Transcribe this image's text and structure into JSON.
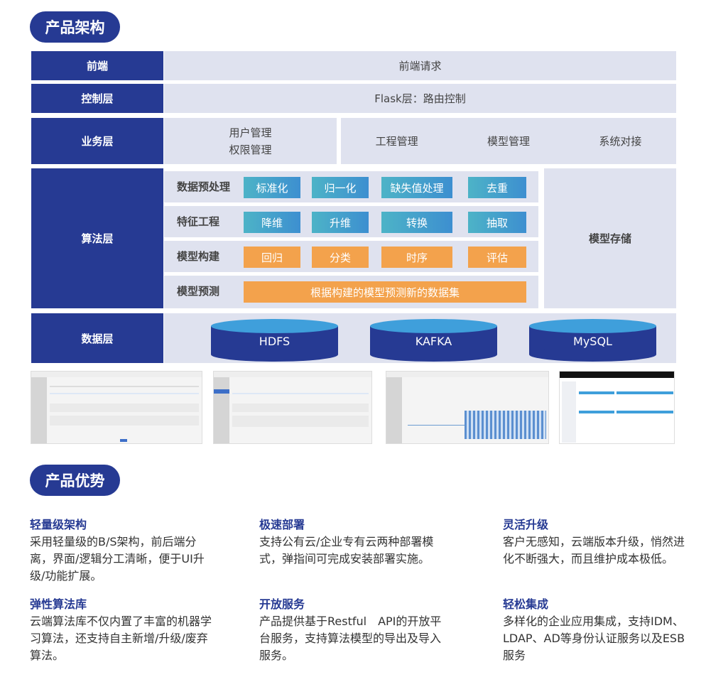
{
  "section1_title": "产品架构",
  "section2_title": "产品优势",
  "architecture": {
    "frontend": {
      "label": "前端",
      "content": "前端请求"
    },
    "control": {
      "label": "控制层",
      "content": "Flask层：路由控制"
    },
    "business": {
      "label": "业务层",
      "items": [
        "用户管理",
        "权限管理",
        "工程管理",
        "模型管理",
        "系统对接"
      ]
    },
    "algorithm": {
      "label": "算法层",
      "rows": [
        {
          "name": "数据预处理",
          "items": [
            "标准化",
            "归一化",
            "缺失值处理",
            "去重"
          ]
        },
        {
          "name": "特征工程",
          "items": [
            "降维",
            "升维",
            "转换",
            "抽取"
          ]
        },
        {
          "name": "模型构建",
          "items": [
            "回归",
            "分类",
            "时序",
            "评估"
          ]
        },
        {
          "name": "模型预测",
          "items": [
            "根据构建的模型预测新的数据集"
          ]
        }
      ],
      "storage": "模型存储"
    },
    "data": {
      "label": "数据层",
      "stores": [
        "HDFS",
        "KAFKA",
        "MySQL"
      ]
    }
  },
  "advantages": [
    {
      "title": "轻量级架构",
      "text": "采用轻量级的B/S架构，前后端分离，界面/逻辑分工清晰，便于UI升级/功能扩展。"
    },
    {
      "title": "极速部署",
      "text": "支持公有云/企业专有云两种部署模式，弹指间可完成安装部署实施。"
    },
    {
      "title": "灵活升级",
      "text": "客户无感知，云端版本升级，悄然进化不断强大，而且维护成本极低。"
    },
    {
      "title": "弹性算法库",
      "text": "云端算法库不仅内置了丰富的机器学习算法，还支持自主新增/升级/废弃算法。"
    },
    {
      "title": "开放服务",
      "text": "产品提供基于Restful　API的开放平台服务，支持算法模型的导出及导入服务。"
    },
    {
      "title": "轻松集成",
      "text": "多样化的企业应用集成，支持IDM、LDAP、AD等身份认证服务以及ESB服务"
    }
  ],
  "colors": {
    "navy": "#263a93",
    "light": "#dfe2ef",
    "orange": "#f3a24c",
    "teal": "#4db3c7"
  }
}
